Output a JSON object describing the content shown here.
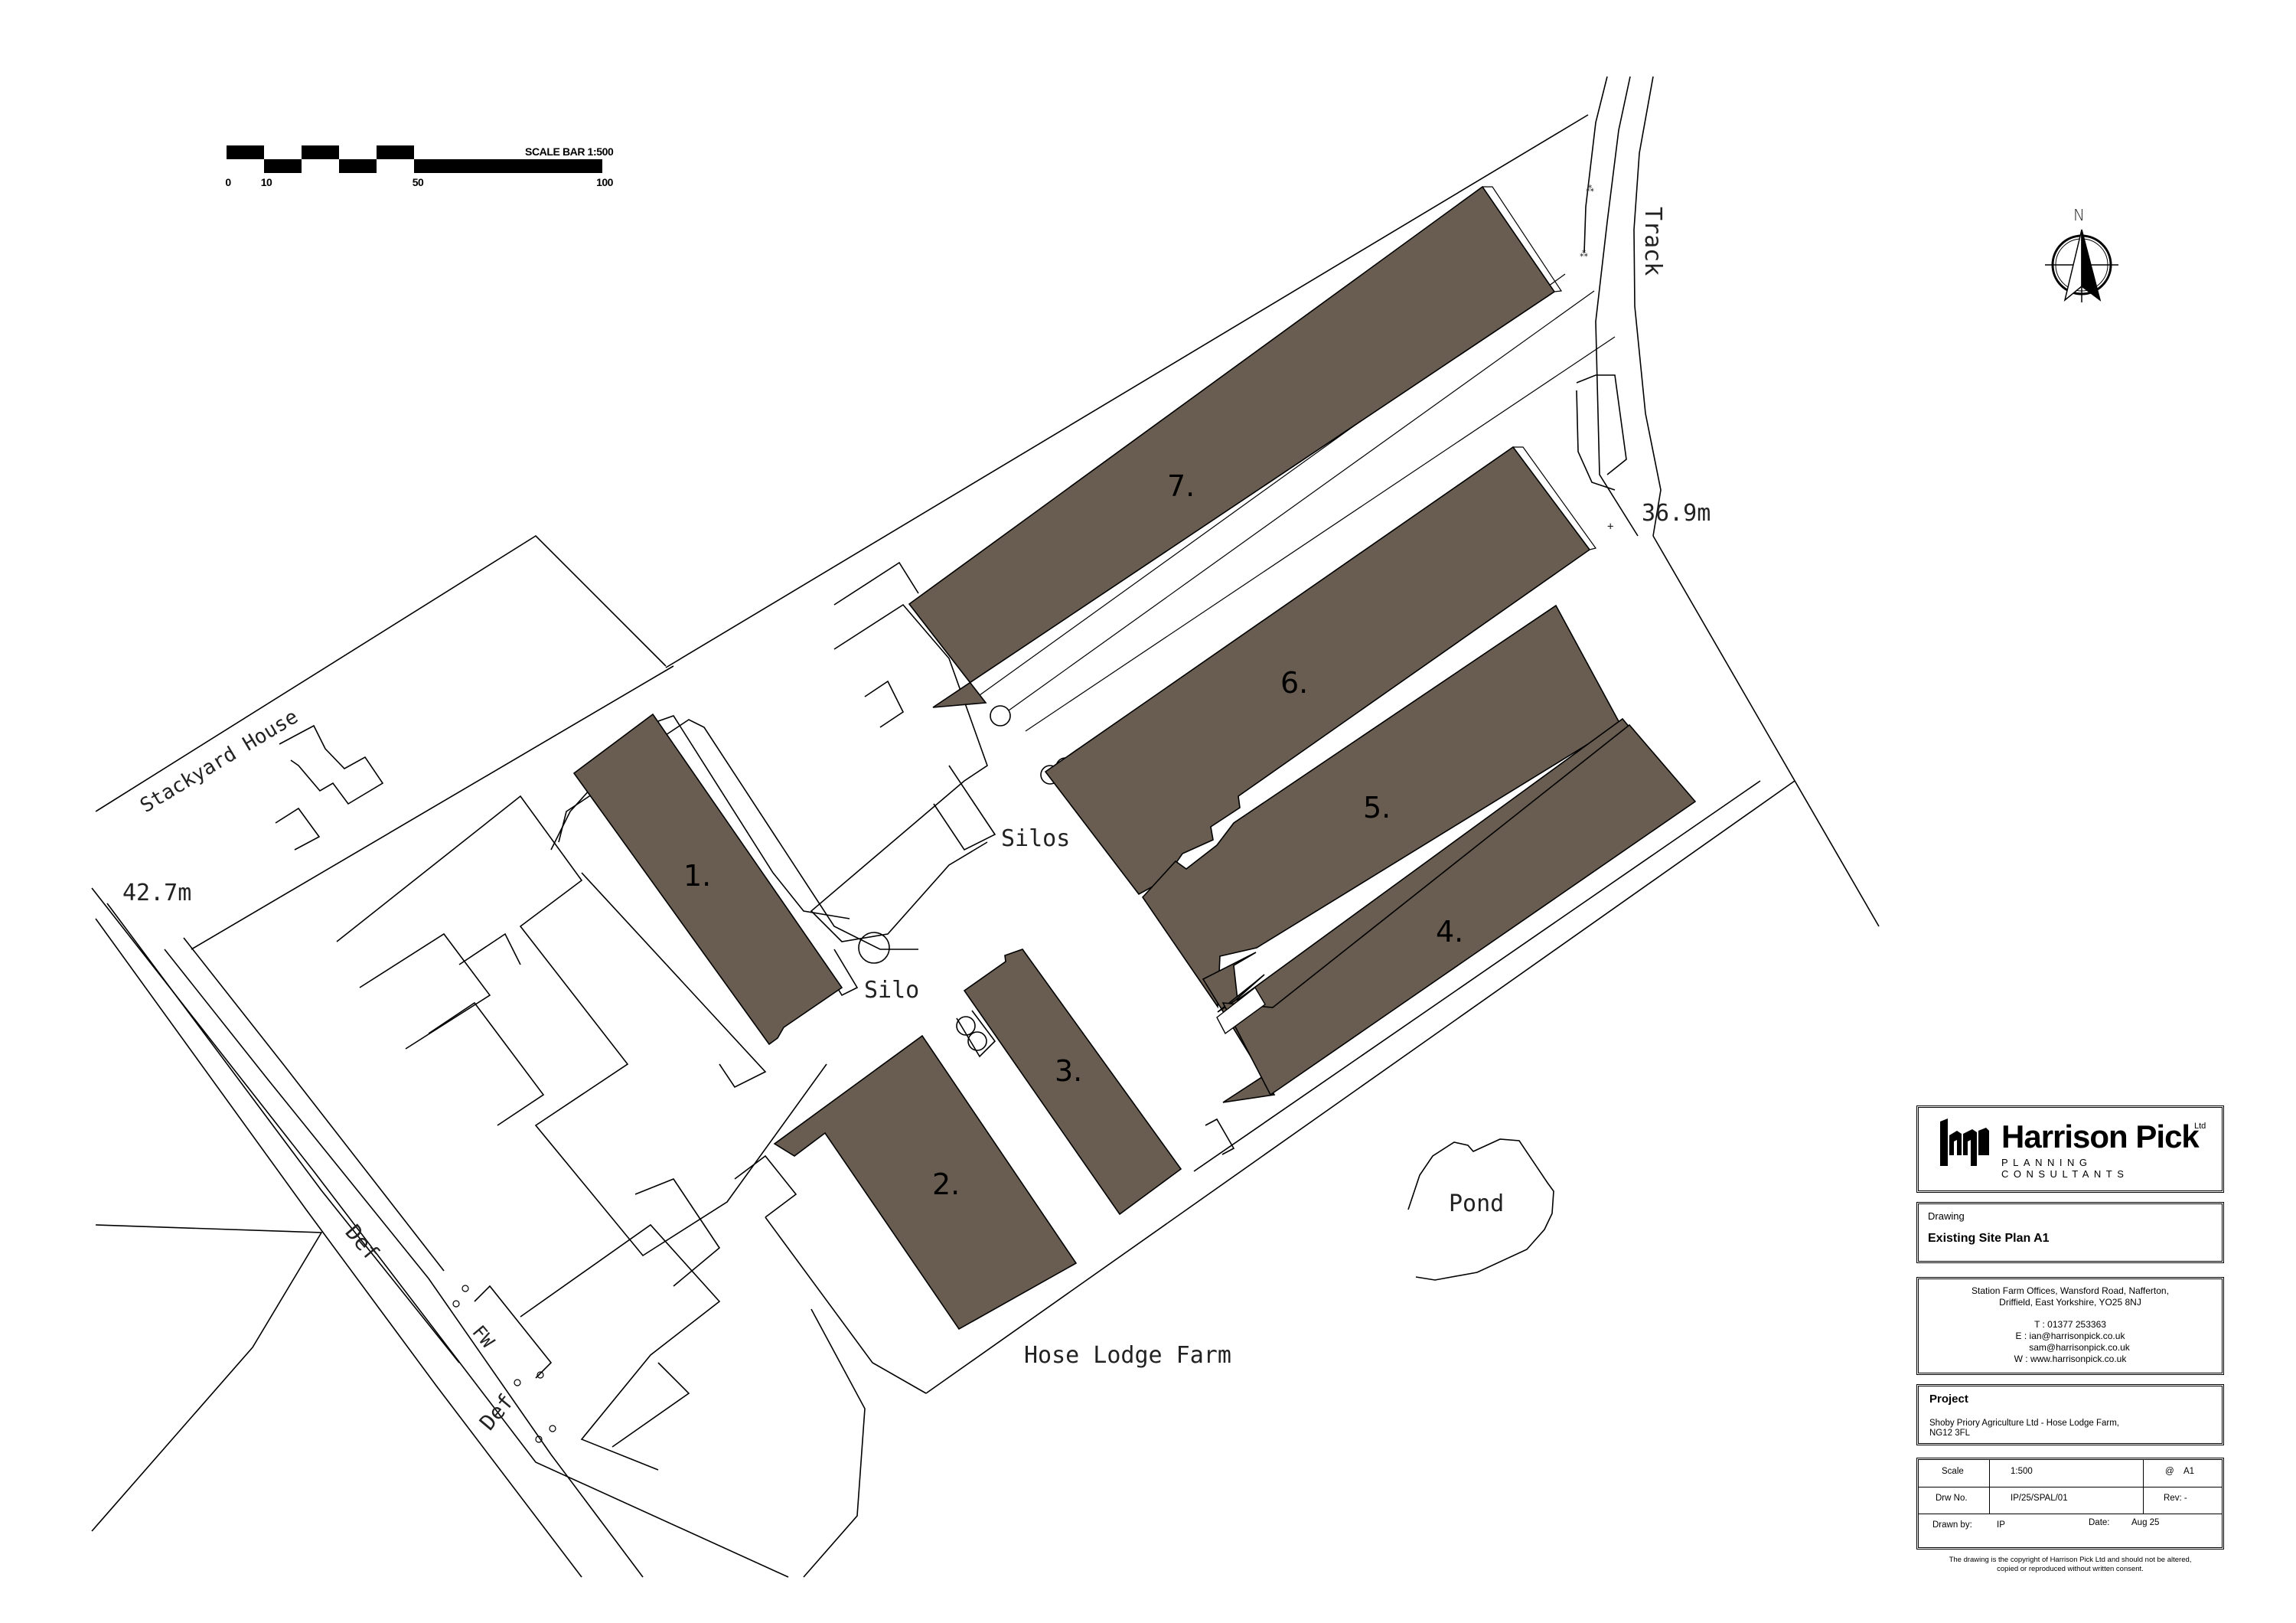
{
  "scale_bar": {
    "title": "SCALE BAR 1:500",
    "ticks": [
      "0",
      "10",
      "50",
      "100"
    ]
  },
  "north_arrow": {
    "label": "N",
    "icon": "north-arrow-icon"
  },
  "map": {
    "building_fill": "#685d50",
    "line_color": "#000000",
    "buildings": [
      {
        "id": "1",
        "label": "1."
      },
      {
        "id": "2",
        "label": "2."
      },
      {
        "id": "3",
        "label": "3."
      },
      {
        "id": "4",
        "label": "4."
      },
      {
        "id": "5",
        "label": "5."
      },
      {
        "id": "6",
        "label": "6."
      },
      {
        "id": "7",
        "label": "7."
      }
    ],
    "labels": {
      "stackyard_house": "Stackyard House",
      "spot_height_west": "42.7m",
      "spot_height_east": "36.9m",
      "track": "Track",
      "silos": "Silos",
      "silo": "Silo",
      "pond": "Pond",
      "farm": "Hose Lodge Farm",
      "def_upper": "Def",
      "def_lower": "Def",
      "fw": "FW"
    }
  },
  "title_block": {
    "logo": {
      "name": "Harrison Pick",
      "suffix": "Ltd",
      "subtitle": "PLANNING CONSULTANTS"
    },
    "drawing": {
      "label": "Drawing",
      "value": "Existing Site Plan A1"
    },
    "address": {
      "line1": "Station Farm Offices, Wansford Road, Nafferton,",
      "line2": "Driffield, East Yorkshire, YO25 8NJ",
      "phone": "T : 01377 253363",
      "email1": "E : ian@harrisonpick.co.uk",
      "email2": "sam@harrisonpick.co.uk",
      "web": "W : www.harrisonpick.co.uk"
    },
    "project": {
      "label": "Project",
      "line1": "Shoby Priory Agriculture Ltd - Hose Lodge Farm,",
      "line2": "NG12 3FL"
    },
    "meta": {
      "scale_label": "Scale",
      "scale_value": "1:500",
      "paper_at": "@",
      "paper_size": "A1",
      "drw_label": "Drw No.",
      "drw_value": "IP/25/SPAL/01",
      "rev": "Rev: -",
      "drawn_label": "Drawn by:",
      "drawn_value": "IP",
      "date_label": "Date:",
      "date_value": "Aug 25"
    },
    "copyright": "The drawing is the copyright of Harrison Pick Ltd and should not be altered, copied or reproduced without written consent."
  }
}
